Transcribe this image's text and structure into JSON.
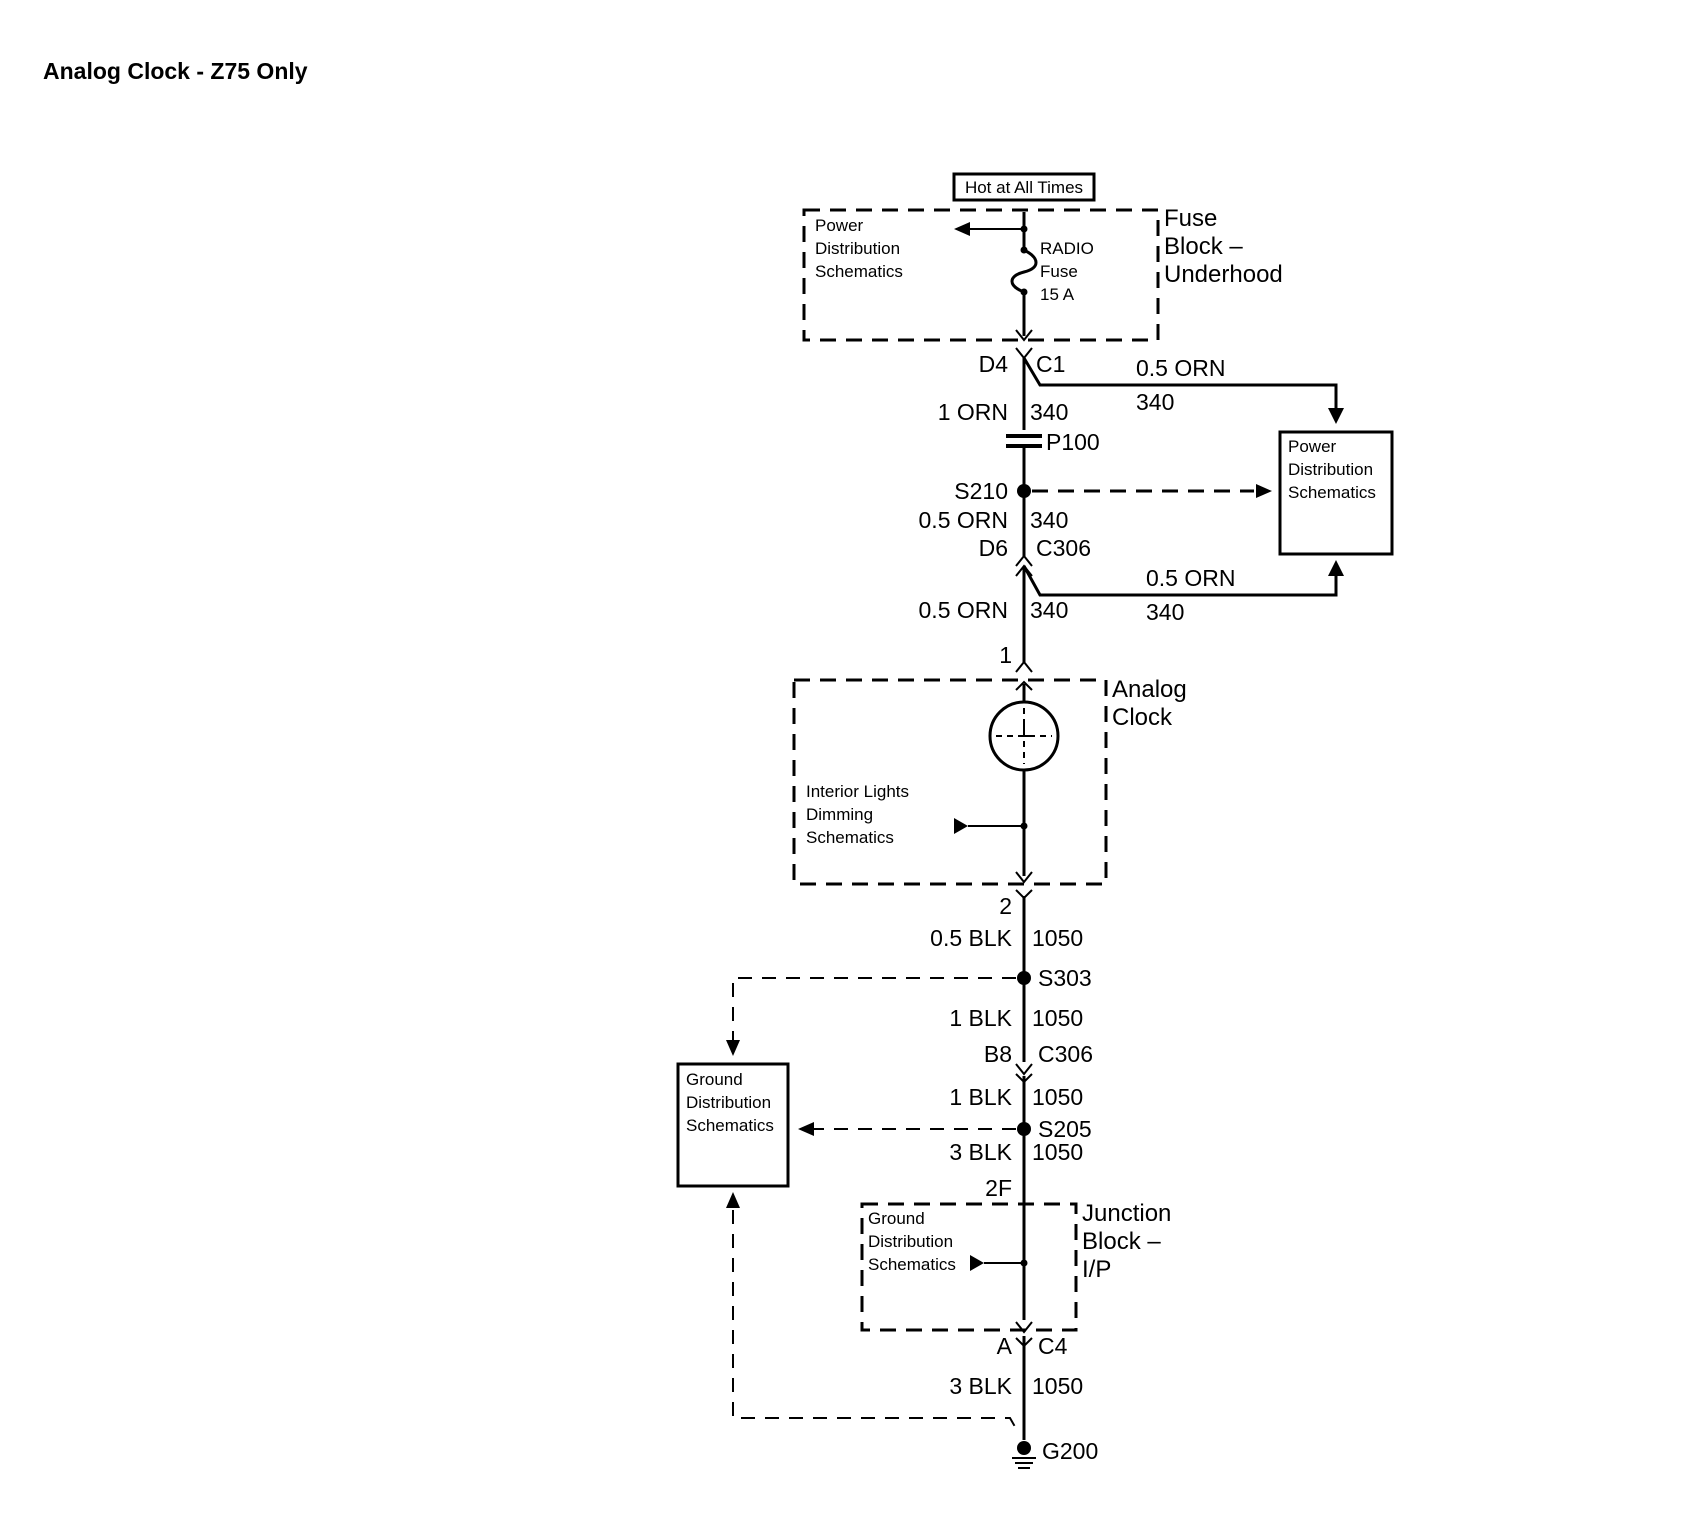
{
  "title": "Analog Clock - Z75 Only",
  "power_source": "Hot at All Times",
  "fuse_block": {
    "name_lines": [
      "Fuse",
      "Block –",
      "Underhood"
    ],
    "ref_lines": [
      "Power",
      "Distribution",
      "Schematics"
    ],
    "fuse_lines": [
      "RADIO",
      "Fuse",
      "15 A"
    ]
  },
  "top_connector": {
    "left": "D4",
    "right": "C1"
  },
  "branch_top": {
    "wire": "0.5 ORN",
    "circuit": "340"
  },
  "wire_1": {
    "wire": "1 ORN",
    "circuit": "340"
  },
  "p100": "P100",
  "s210": "S210",
  "wire_2": {
    "wire": "0.5 ORN",
    "circuit": "340"
  },
  "c306_top": {
    "left": "D6",
    "right": "C306"
  },
  "branch_mid": {
    "wire": "0.5 ORN",
    "circuit": "340"
  },
  "wire_3": {
    "wire": "0.5 ORN",
    "circuit": "340"
  },
  "power_dist_box": [
    "Power",
    "Distribution",
    "Schematics"
  ],
  "clock": {
    "pin_in": "1",
    "name_lines": [
      "Analog",
      "Clock"
    ],
    "dimming_lines": [
      "Interior Lights",
      "Dimming",
      "Schematics"
    ],
    "pin_out": "2"
  },
  "wire_4": {
    "wire": "0.5 BLK",
    "circuit": "1050"
  },
  "s303": "S303",
  "wire_5": {
    "wire": "1 BLK",
    "circuit": "1050"
  },
  "c306_bottom": {
    "left": "B8",
    "right": "C306"
  },
  "wire_6": {
    "wire": "1 BLK",
    "circuit": "1050"
  },
  "s205": "S205",
  "wire_7": {
    "wire": "3 BLK",
    "circuit": "1050"
  },
  "ground_dist_box": [
    "Ground",
    "Distribution",
    "Schematics"
  ],
  "junction_block": {
    "pin": "2F",
    "name_lines": [
      "Junction",
      "Block –",
      "I/P"
    ],
    "ref_lines": [
      "Ground",
      "Distribution",
      "Schematics"
    ]
  },
  "c4_connector": {
    "left": "A",
    "right": "C4"
  },
  "wire_8": {
    "wire": "3 BLK",
    "circuit": "1050"
  },
  "ground": "G200"
}
